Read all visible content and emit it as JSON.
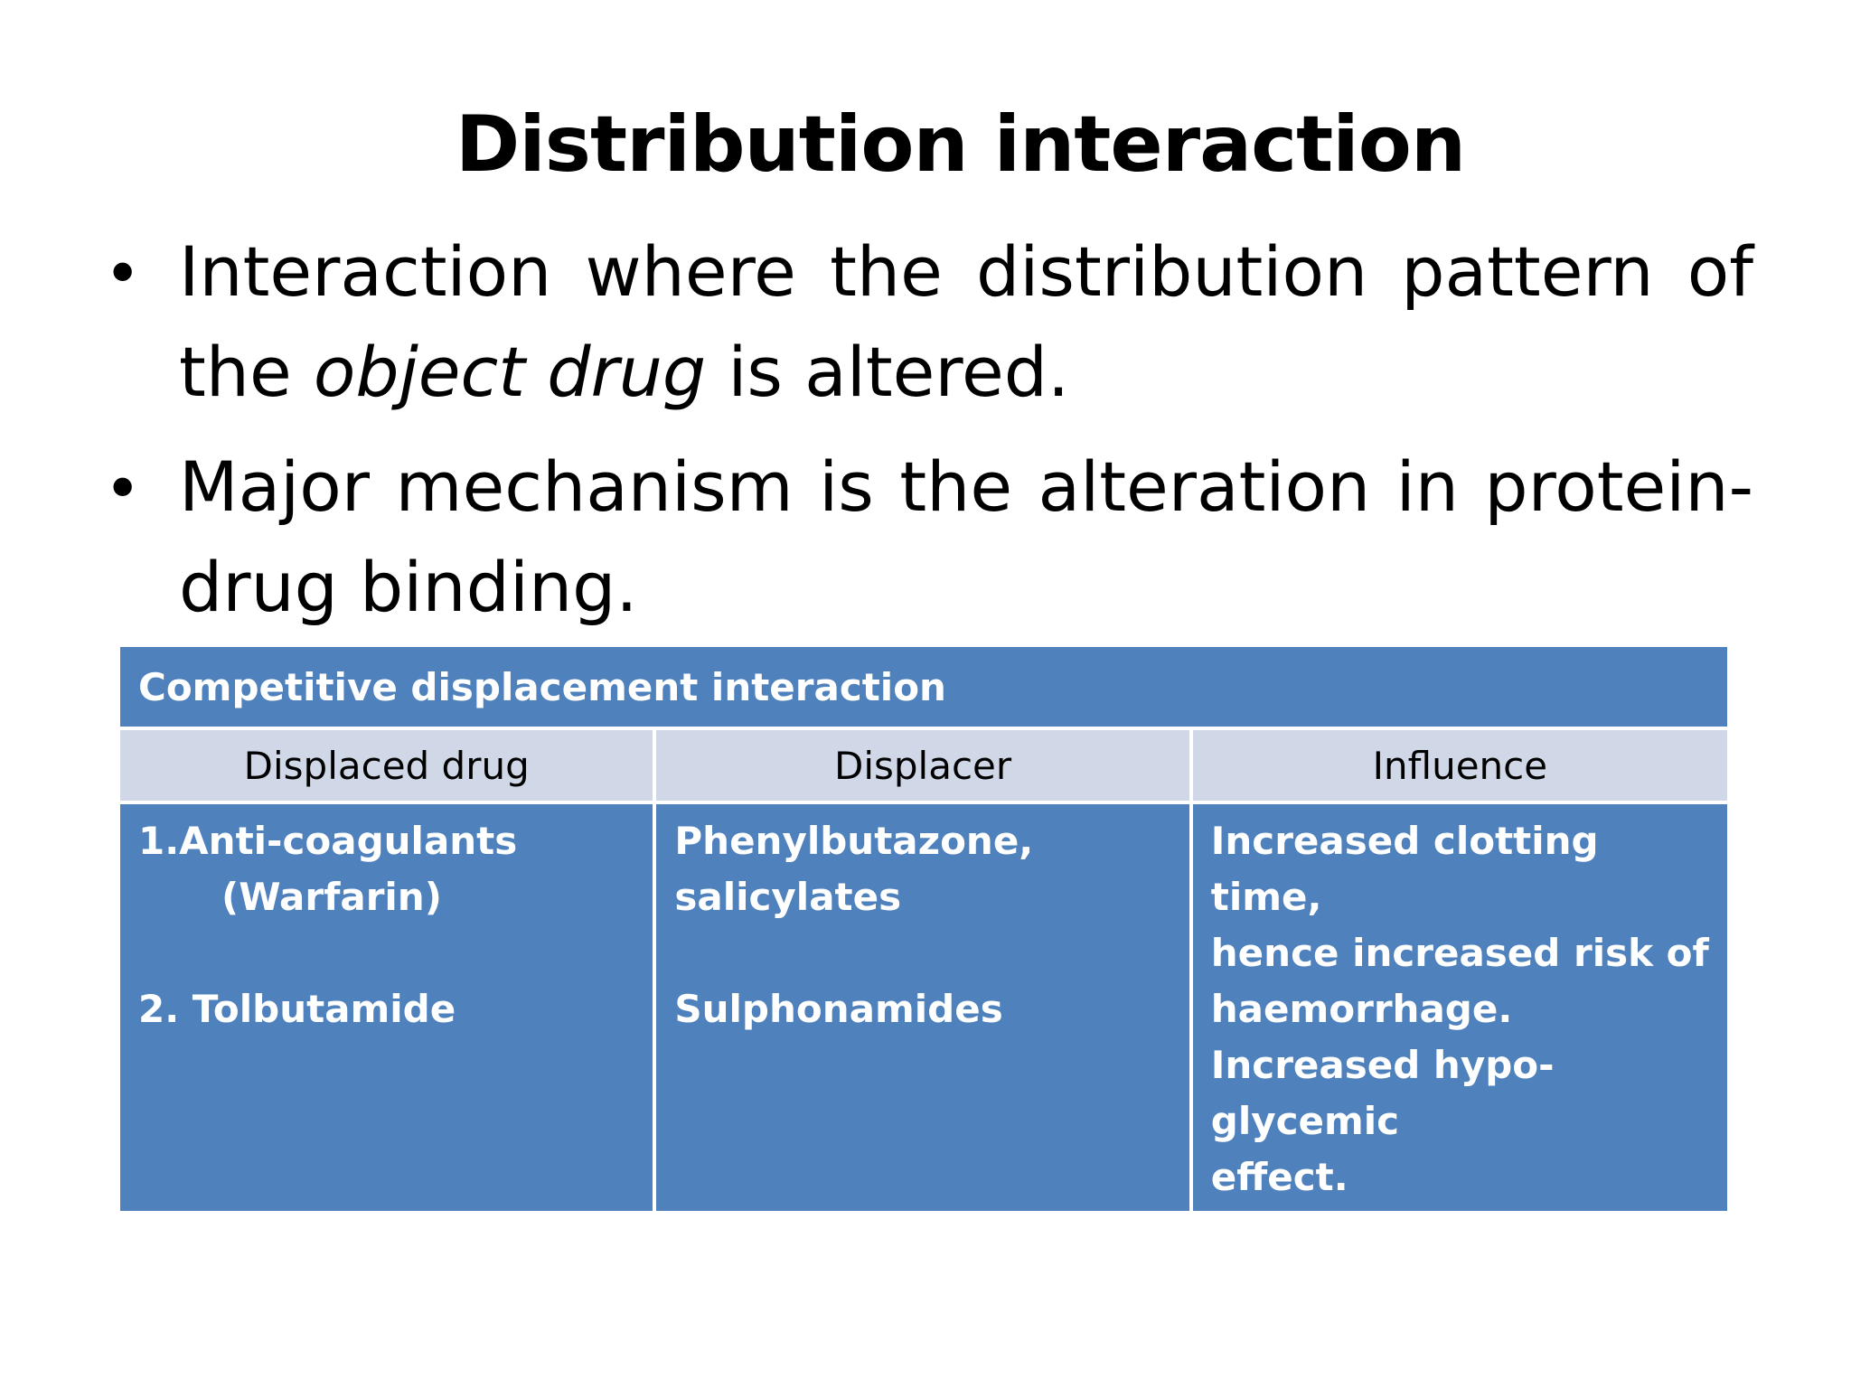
{
  "slide": {
    "title": "Distribution interaction",
    "bullets": [
      {
        "text_before": "Interaction where the distribution pattern of the ",
        "emphasis": "object drug",
        "text_after": " is altered."
      },
      {
        "text": "Major mechanism is the alteration in protein-drug binding."
      }
    ],
    "table": {
      "header": "Competitive displacement interaction",
      "columns": [
        "Displaced drug",
        "Displacer",
        "Influence"
      ],
      "rows": [
        {
          "displaced_drug": "1.Anti-coagulants",
          "displaced_drug_sub": "(Warfarin)",
          "displacer": "Phenylbutazone,",
          "displacer_sub": "salicylates",
          "influence": "Increased clotting time,",
          "influence_2": "hence increased risk of",
          "influence_3": "haemorrhage."
        },
        {
          "displaced_drug": "2. Tolbutamide",
          "displacer": "Sulphonamides",
          "influence": "Increased hypo-glycemic",
          "influence_2": "effect."
        }
      ],
      "colors": {
        "header_bg": "#4f81bd",
        "column_header_bg": "#d0d8e8",
        "body_bg": "#4f81bd",
        "body_text": "#ffffff"
      }
    }
  }
}
